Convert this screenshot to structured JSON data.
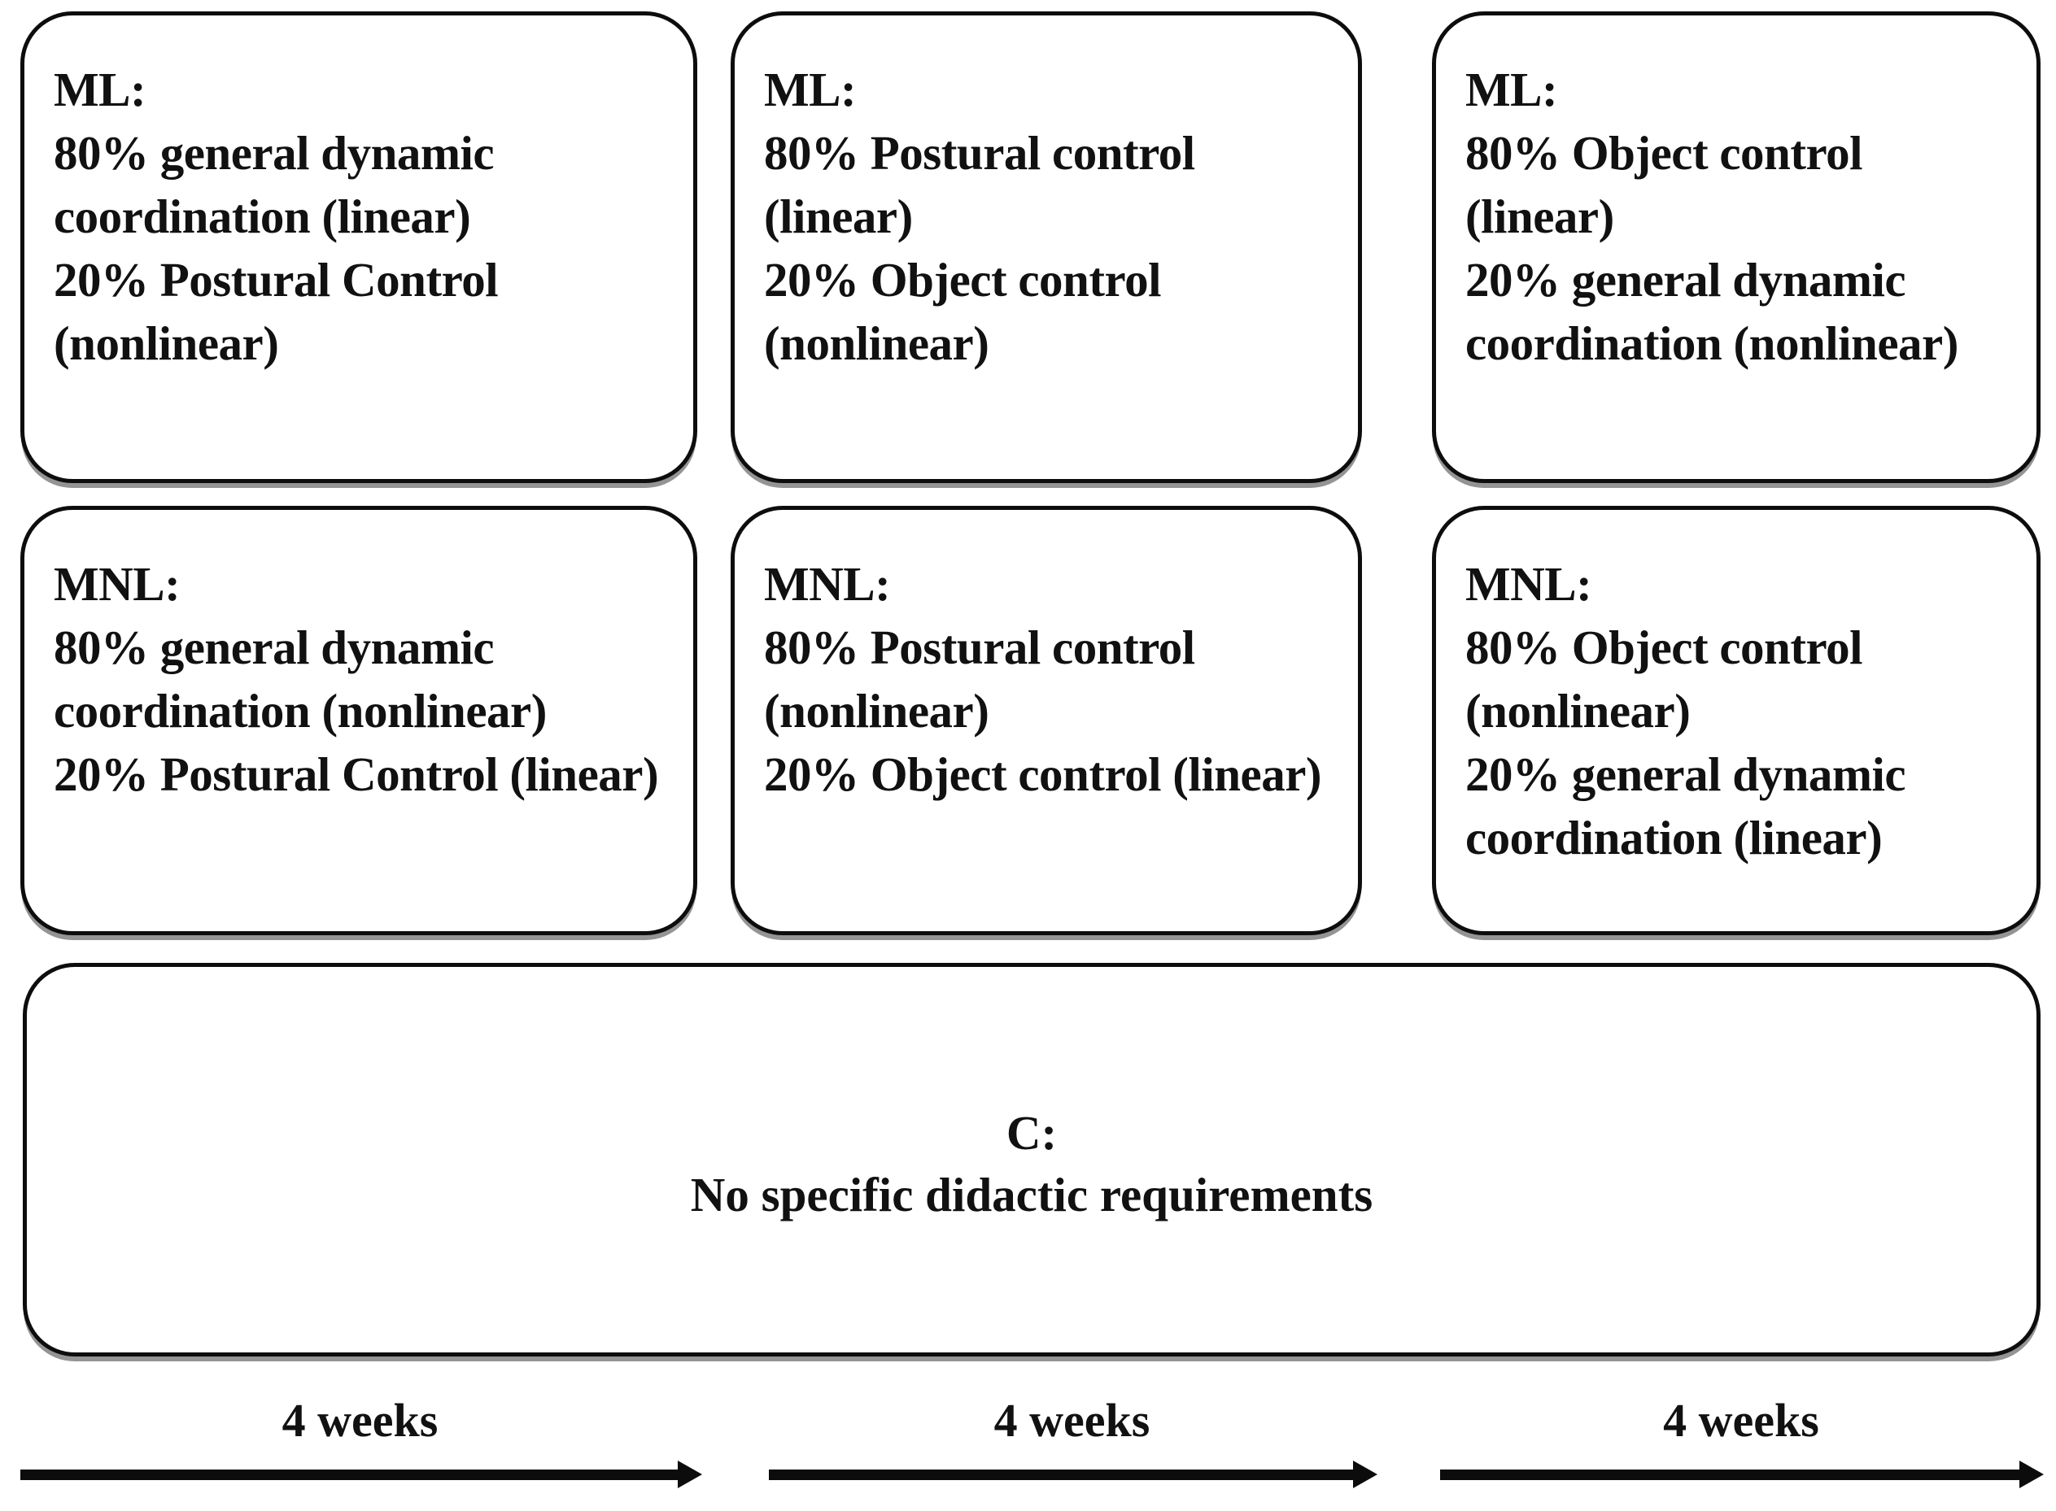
{
  "figure": {
    "type": "study-design-flow-diagram",
    "ink_color": "#111111",
    "background_color": "#ffffff"
  },
  "groups": {
    "ml": {
      "label": "ML:",
      "periods": [
        {
          "label": "ML:",
          "text": "ML:\n80% general dynamic coordination (linear)\n20% Postural Control (nonlinear)",
          "primary_share": "80%",
          "primary_content": "general dynamic coordination",
          "primary_method": "linear",
          "secondary_share": "20%",
          "secondary_content": "Postural Control",
          "secondary_method": "nonlinear"
        },
        {
          "label": "ML:",
          "text": "ML:\n80% Postural control (linear)\n20% Object control (nonlinear)",
          "primary_share": "80%",
          "primary_content": "Postural control",
          "primary_method": "linear",
          "secondary_share": "20%",
          "secondary_content": "Object control",
          "secondary_method": "nonlinear"
        },
        {
          "label": "ML:",
          "text": "ML:\n80% Object control (linear)\n20% general dynamic coordination (nonlinear)",
          "primary_share": "80%",
          "primary_content": "Object control",
          "primary_method": "linear",
          "secondary_share": "20%",
          "secondary_content": "general dynamic coordination",
          "secondary_method": "nonlinear"
        }
      ]
    },
    "mnl": {
      "label": "MNL:",
      "periods": [
        {
          "label": "MNL:",
          "text": "MNL:\n80% general dynamic coordination (nonlinear)\n20% Postural Control (linear)",
          "primary_share": "80%",
          "primary_content": "general dynamic coordination",
          "primary_method": "nonlinear",
          "secondary_share": "20%",
          "secondary_content": "Postural Control",
          "secondary_method": "linear"
        },
        {
          "label": "MNL:",
          "text": "MNL:\n80% Postural control (nonlinear)\n20% Object control (linear)",
          "primary_share": "80%",
          "primary_content": "Postural control",
          "primary_method": "nonlinear",
          "secondary_share": "20%",
          "secondary_content": "Object control",
          "secondary_method": "linear"
        },
        {
          "label": "MNL:",
          "text": "MNL:\n80% Object control (nonlinear)\n20% general dynamic coordination (linear)",
          "primary_share": "80%",
          "primary_content": "Object control",
          "primary_method": "nonlinear",
          "secondary_share": "20%",
          "secondary_content": "general dynamic coordination",
          "secondary_method": "linear"
        }
      ]
    },
    "control": {
      "label": "C:",
      "text": "C:\nNo specific didactic requirements",
      "description": "No specific didactic requirements"
    }
  },
  "timeline": {
    "segments": [
      {
        "duration": "4 weeks",
        "arrow": "right-arrow-icon"
      },
      {
        "duration": "4 weeks",
        "arrow": "right-arrow-icon"
      },
      {
        "duration": "4 weeks",
        "arrow": "right-arrow-icon"
      }
    ]
  }
}
